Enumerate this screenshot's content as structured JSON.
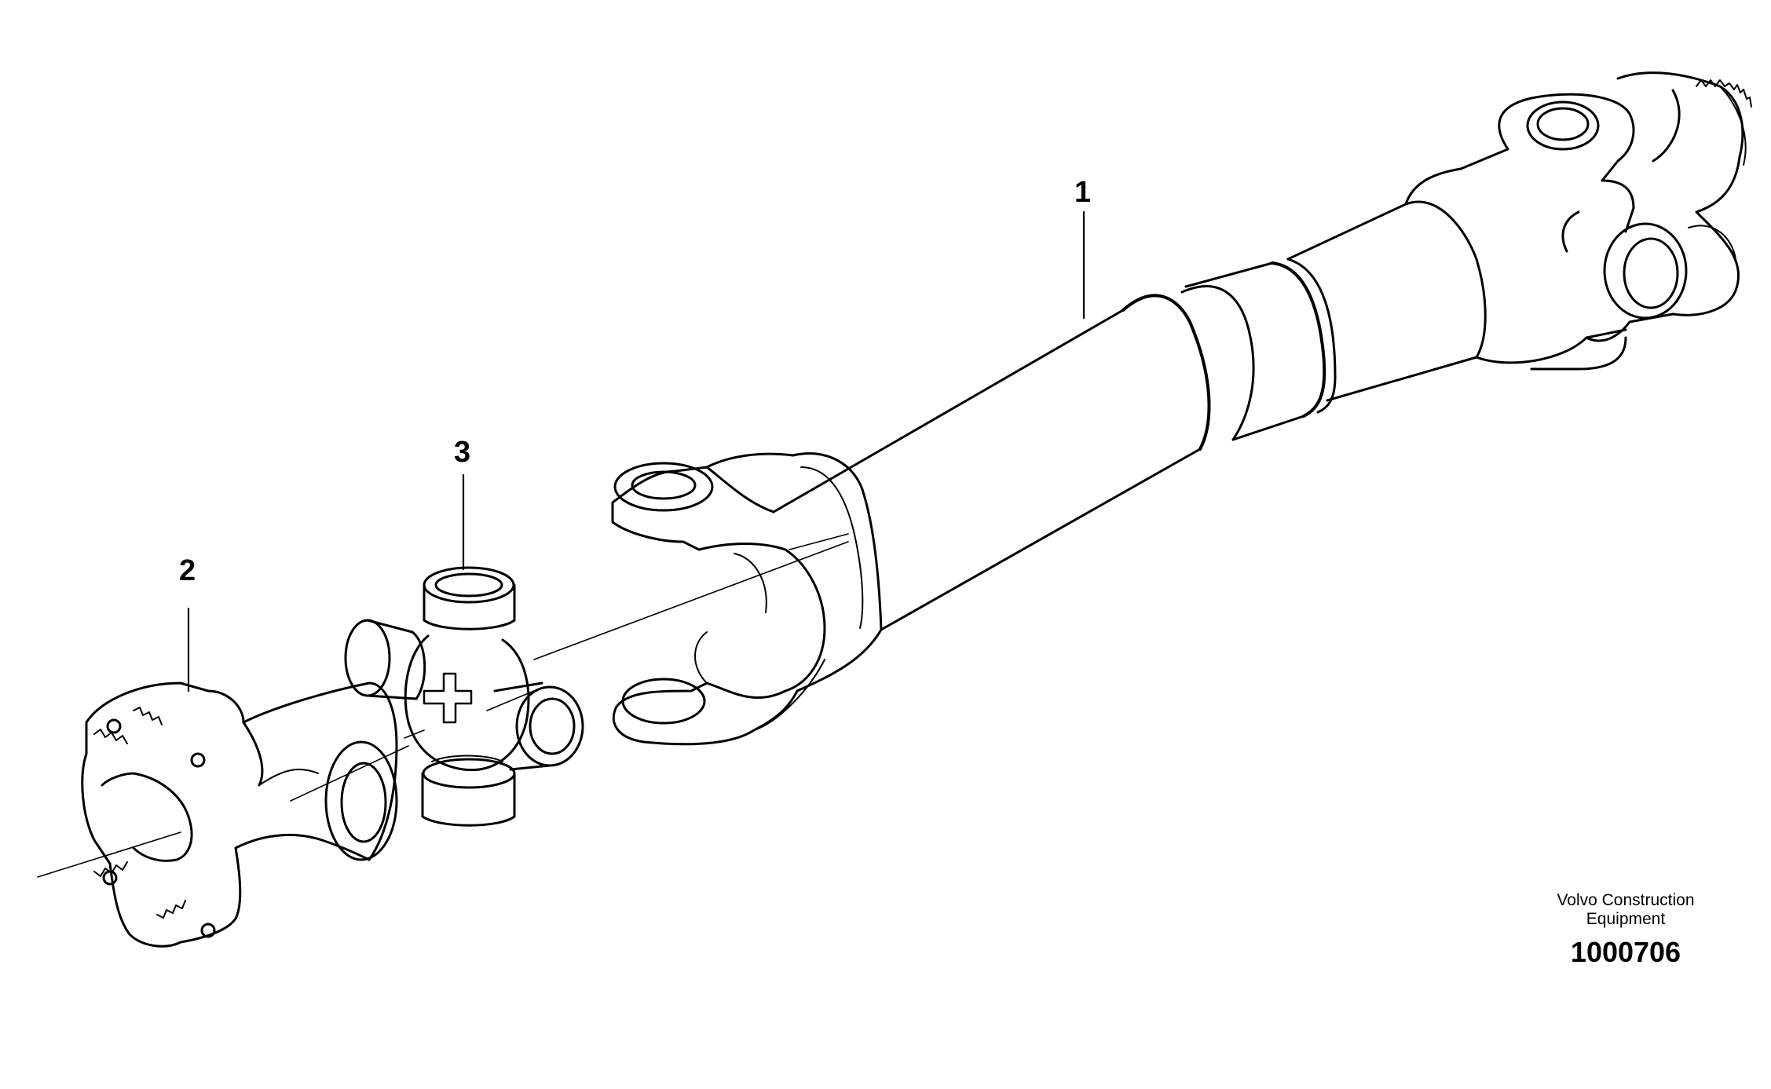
{
  "callouts": {
    "item_1": "1",
    "item_2": "2",
    "item_3": "3"
  },
  "credit": {
    "line1": "Volvo Construction",
    "line2": "Equipment"
  },
  "document_number": "1000706",
  "colors": {
    "line": "#000000",
    "background": "#ffffff"
  }
}
